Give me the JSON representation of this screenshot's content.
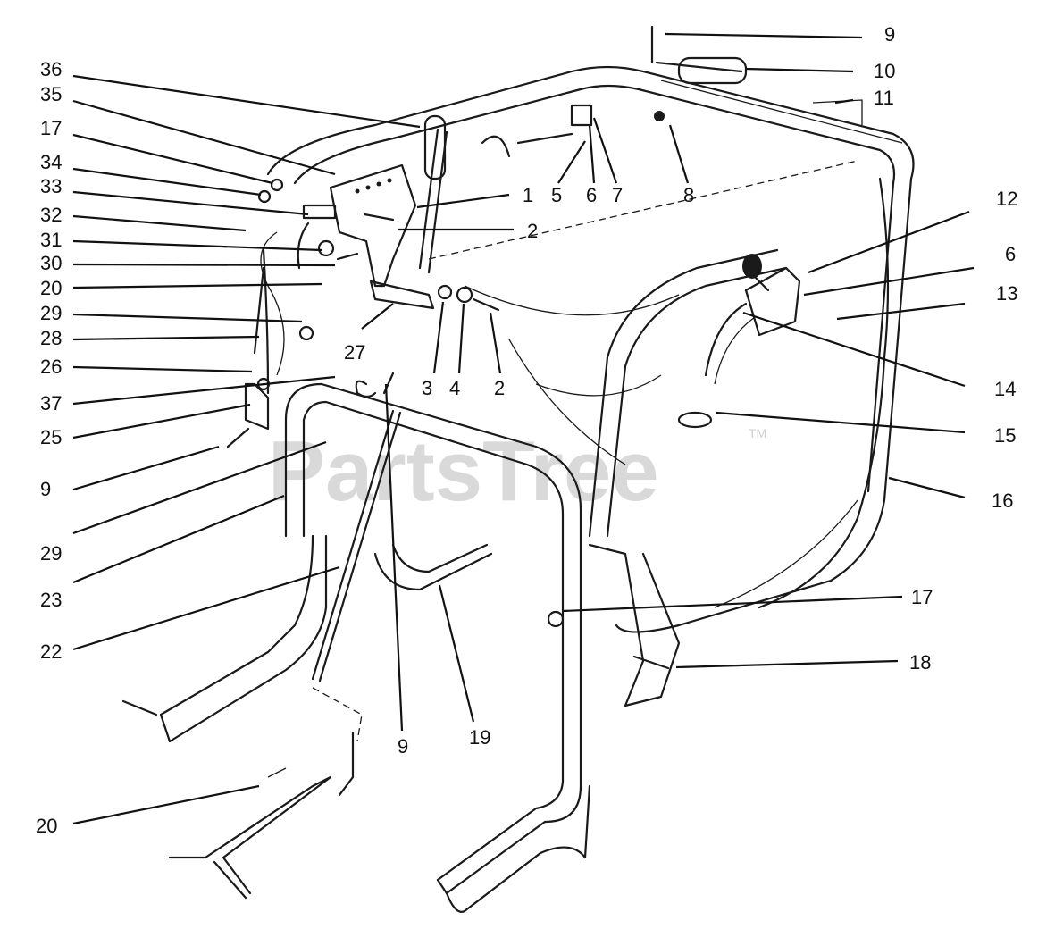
{
  "watermark": {
    "text": "PartsTree",
    "trademark": "TM"
  },
  "callouts": [
    {
      "label": "36"
    },
    {
      "label": "35"
    },
    {
      "label": "17"
    },
    {
      "label": "34"
    },
    {
      "label": "33"
    },
    {
      "label": "32"
    },
    {
      "label": "31"
    },
    {
      "label": "30"
    },
    {
      "label": "20"
    },
    {
      "label": "29"
    },
    {
      "label": "28"
    },
    {
      "label": "26"
    },
    {
      "label": "37"
    },
    {
      "label": "25"
    },
    {
      "label": "9"
    },
    {
      "label": "29"
    },
    {
      "label": "23"
    },
    {
      "label": "22"
    },
    {
      "label": "20"
    },
    {
      "label": "9"
    },
    {
      "label": "10"
    },
    {
      "label": "11"
    },
    {
      "label": "1"
    },
    {
      "label": "5"
    },
    {
      "label": "6"
    },
    {
      "label": "7"
    },
    {
      "label": "8"
    },
    {
      "label": "2"
    },
    {
      "label": "27"
    },
    {
      "label": "3"
    },
    {
      "label": "4"
    },
    {
      "label": "2"
    },
    {
      "label": "12"
    },
    {
      "label": "6"
    },
    {
      "label": "13"
    },
    {
      "label": "14"
    },
    {
      "label": "15"
    },
    {
      "label": "16"
    },
    {
      "label": "17"
    },
    {
      "label": "18"
    },
    {
      "label": "9"
    },
    {
      "label": "19"
    }
  ]
}
